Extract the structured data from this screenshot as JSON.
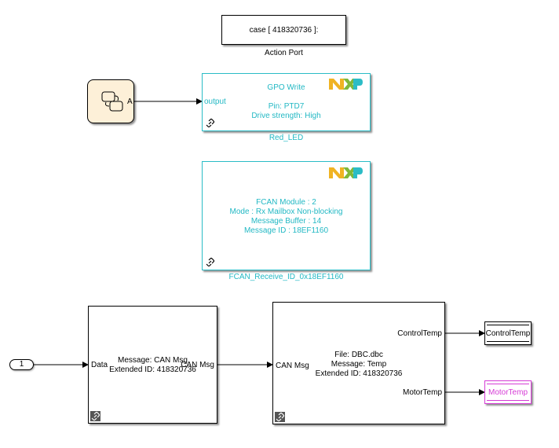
{
  "switch_case": {
    "condition": "case [ 418320736 ]:",
    "caption": "Action Port"
  },
  "chart": {
    "port": "A"
  },
  "gpo_write": {
    "title": "GPO Write",
    "pin": "Pin: PTD7",
    "drive": "Drive strength: High",
    "input_port": "output",
    "caption": "Red_LED"
  },
  "fcan_receive": {
    "module": "FCAN Module : 2",
    "mode": "Mode : Rx Mailbox Non-blocking",
    "buffer": "Message Buffer : 14",
    "message_id": "Message ID : 18EF1160",
    "caption": "FCAN_Receive_ID_0x18EF1160"
  },
  "inport": {
    "number": "1"
  },
  "can_pack": {
    "message": "Message: CAN Msg",
    "ext_id": "Extended ID: 418320736",
    "in_port": "Data",
    "out_port": "CAN Msg"
  },
  "can_unpack": {
    "file": "File: DBC.dbc",
    "message": "Message: Temp",
    "ext_id": "Extended ID: 418320736",
    "in_port": "CAN Msg",
    "out1": "ControlTemp",
    "out2": "MotorTemp"
  },
  "store1": {
    "name": "ControlTemp"
  },
  "store2": {
    "name": "MotorTemp",
    "color": "#d63bd6"
  },
  "colors": {
    "nxp_accent": "#2bbcc6"
  }
}
